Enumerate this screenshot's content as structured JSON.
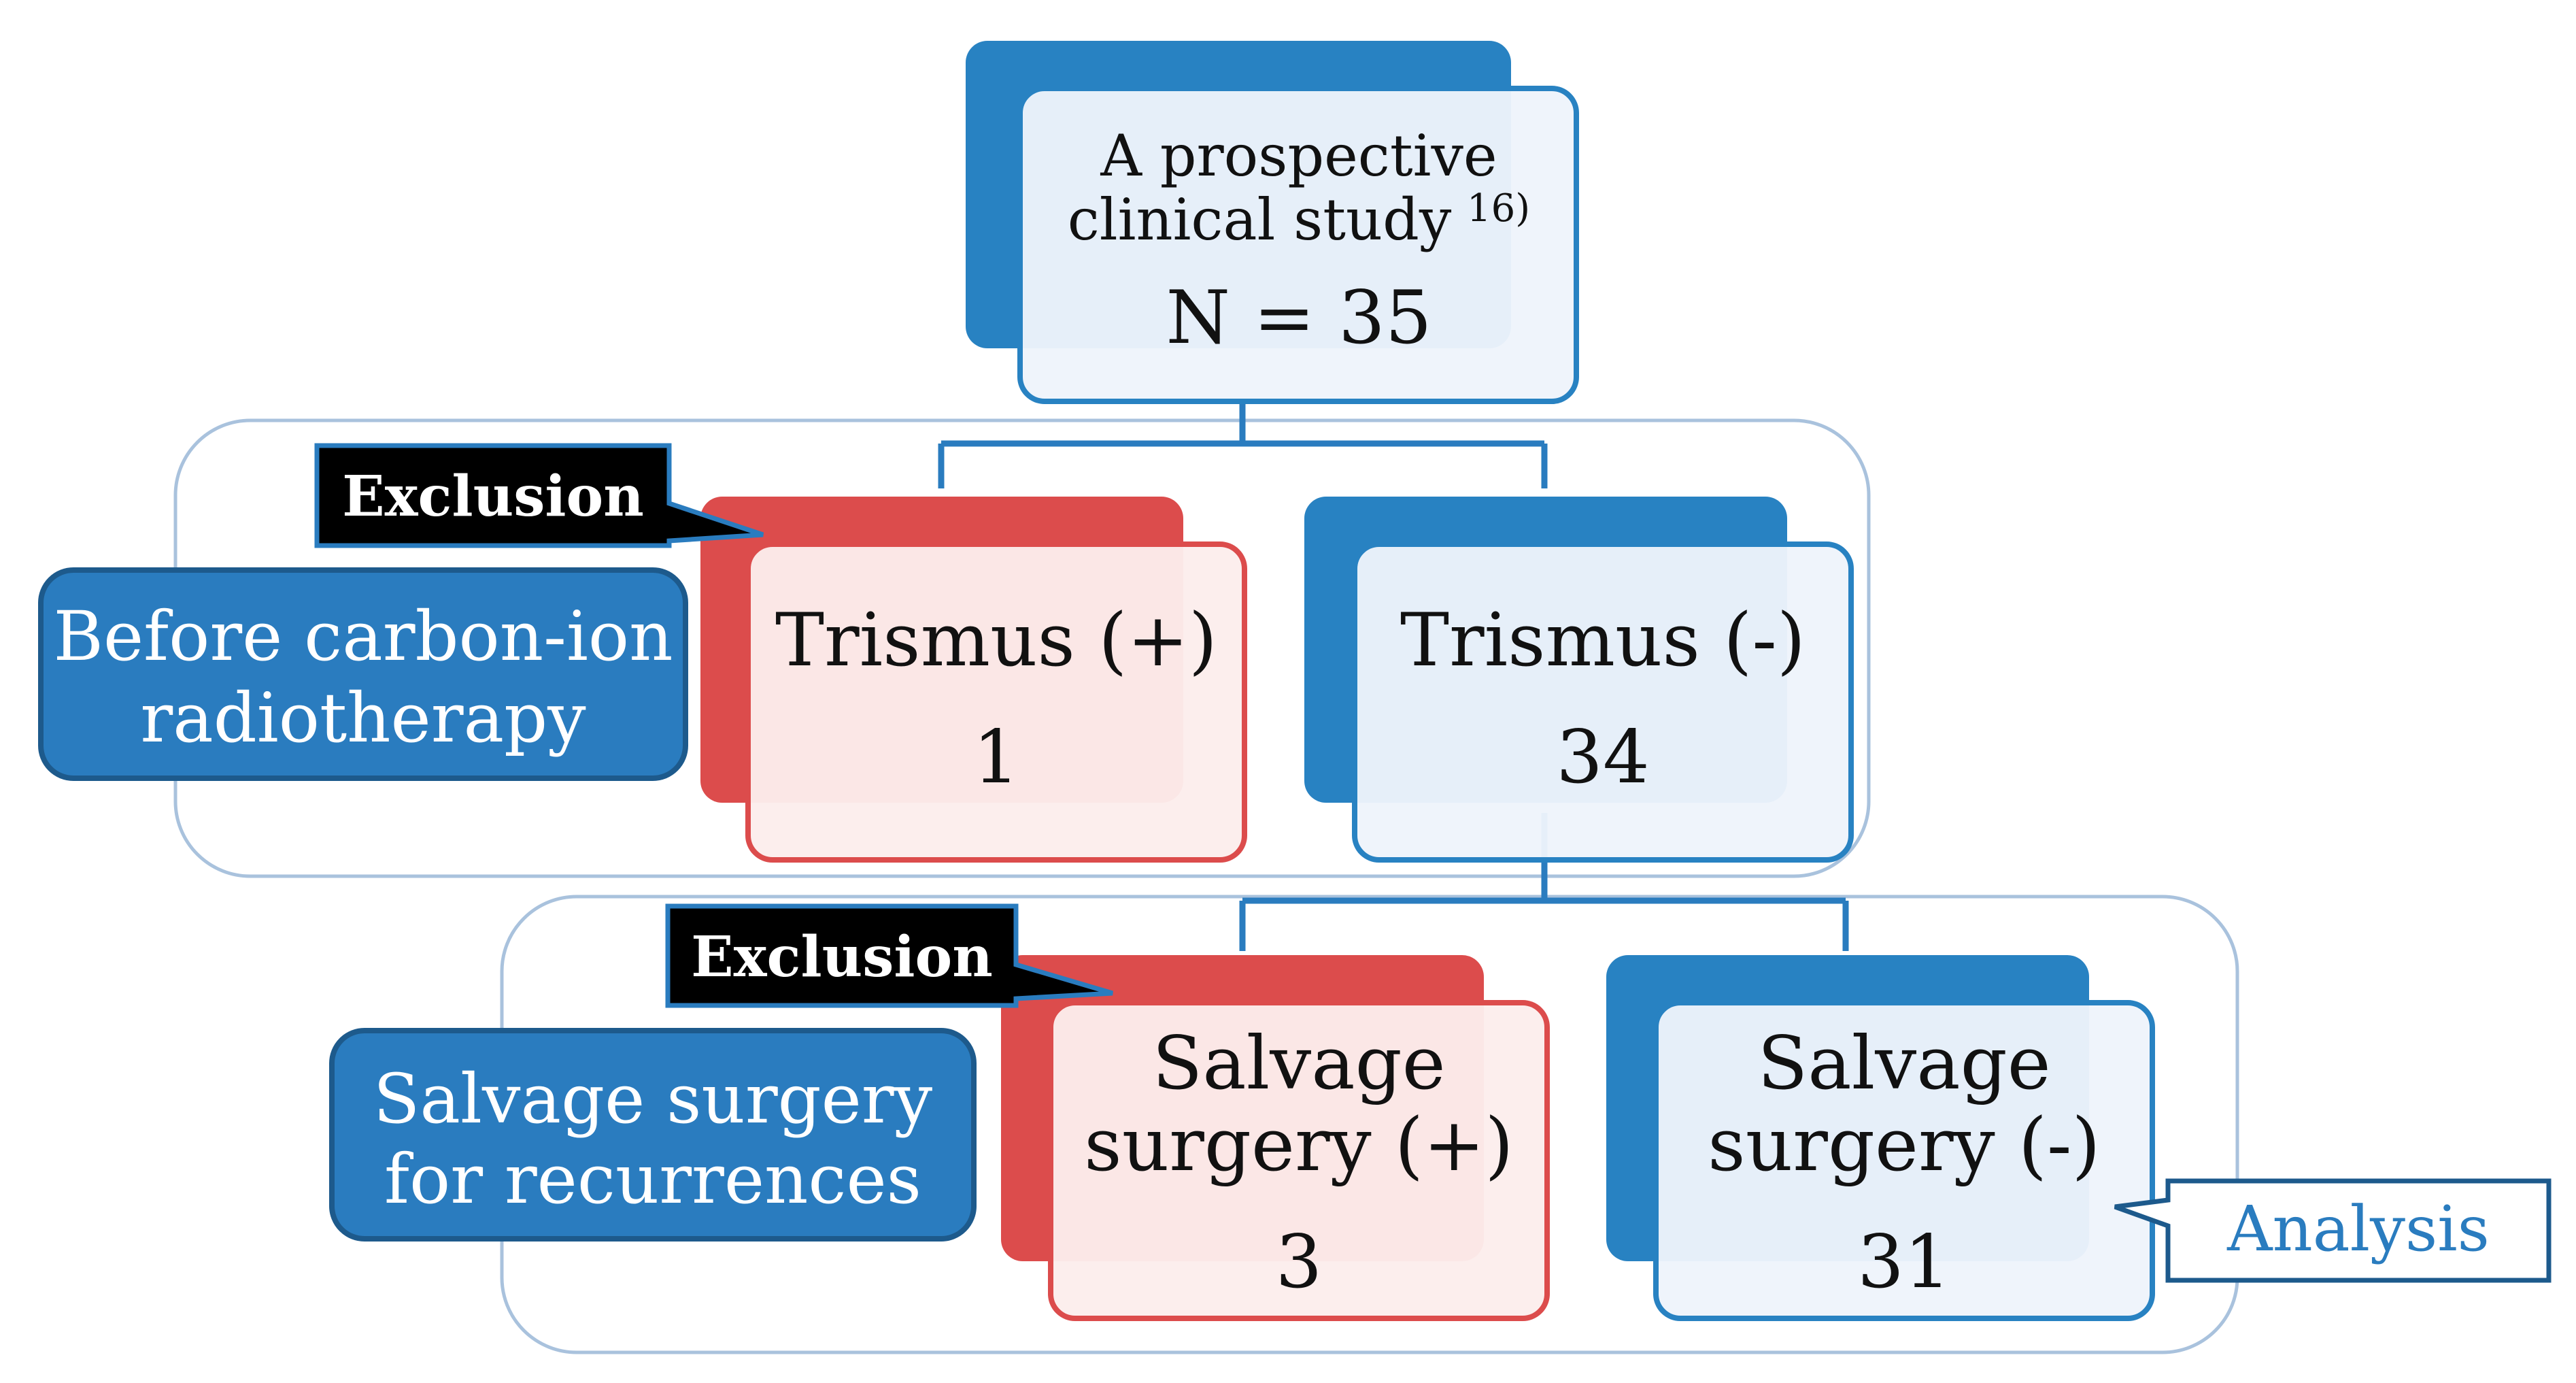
{
  "colors": {
    "blue": "#2882c2",
    "blue_fill": "#eef4fb",
    "red": "#dc4c4c",
    "red_fill": "#fcedec",
    "label_blue": "#2a7cbf",
    "label_border": "#1d5a8c",
    "black": "#000000",
    "white": "#ffffff",
    "group_border": "#a9c2dd",
    "connector": "#2a7cbf"
  },
  "nodes": {
    "study": {
      "line1": "A prospective",
      "line2": "clinical study",
      "ref": "16)",
      "count": "N = 35"
    },
    "trismus_pos": {
      "label": "Trismus (+)",
      "count": "1"
    },
    "trismus_neg": {
      "label": "Trismus (-)",
      "count": "34"
    },
    "salvage_pos": {
      "line1": "Salvage",
      "line2": "surgery (+)",
      "count": "3"
    },
    "salvage_neg": {
      "line1": "Salvage",
      "line2": "surgery (-)",
      "count": "31"
    }
  },
  "stages": {
    "stage1": {
      "line1": "Before carbon-ion",
      "line2": "radiotherapy"
    },
    "stage2": {
      "line1": "Salvage surgery",
      "line2": "for recurrences"
    }
  },
  "callouts": {
    "exclusion1": "Exclusion",
    "exclusion2": "Exclusion",
    "analysis": "Analysis"
  }
}
